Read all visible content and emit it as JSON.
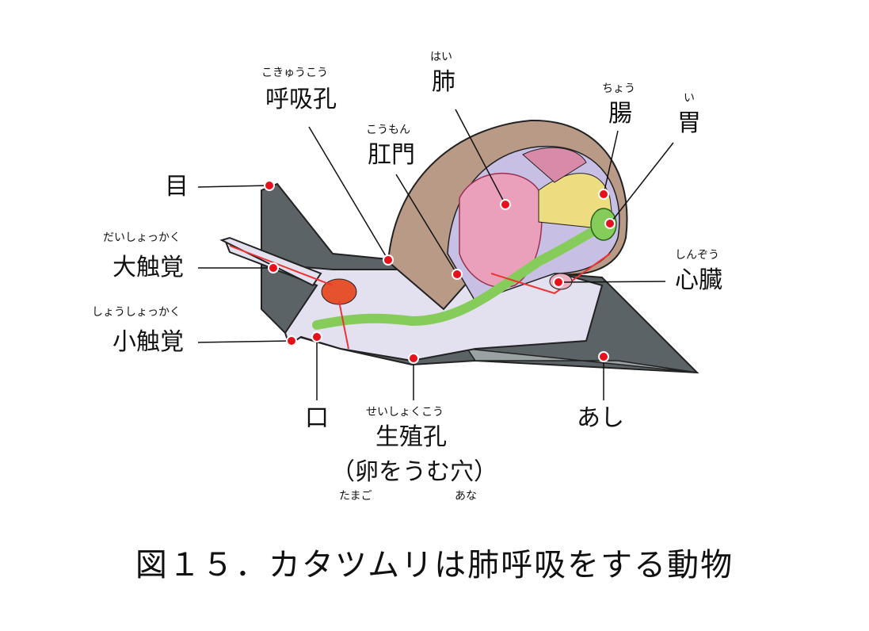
{
  "labels": {
    "eye": {
      "text": "目"
    },
    "big_tentacle": {
      "text": "大触覚",
      "ruby": "だいしょっかく"
    },
    "small_tentacle": {
      "text": "小触覚",
      "ruby": "しょうしょっかく"
    },
    "mouth": {
      "text": "口"
    },
    "breathing_hole": {
      "text": "呼吸孔",
      "ruby": "こきゅうこう"
    },
    "anus": {
      "text": "肛門",
      "ruby": "こうもん"
    },
    "lung": {
      "text": "肺",
      "ruby": "はい"
    },
    "intestine": {
      "text": "腸",
      "ruby": "ちょう"
    },
    "stomach": {
      "text": "胃",
      "ruby": "い"
    },
    "heart": {
      "text": "心臓",
      "ruby": "しんぞう"
    },
    "genital_pore": {
      "text": "生殖孔",
      "ruby": "せいしょくこう",
      "note": "（卵をうむ穴）",
      "note_ruby_1": "たまご",
      "note_ruby_2": "あな"
    },
    "foot": {
      "text": "あし"
    }
  },
  "caption": "図１５．カタツムリは肺呼吸をする動物",
  "colors": {
    "marker": "#e8101a",
    "shell": "#b89a86",
    "body": "#5e6466",
    "lung": "#e8a0b8",
    "digestive": "#86cc5a"
  }
}
